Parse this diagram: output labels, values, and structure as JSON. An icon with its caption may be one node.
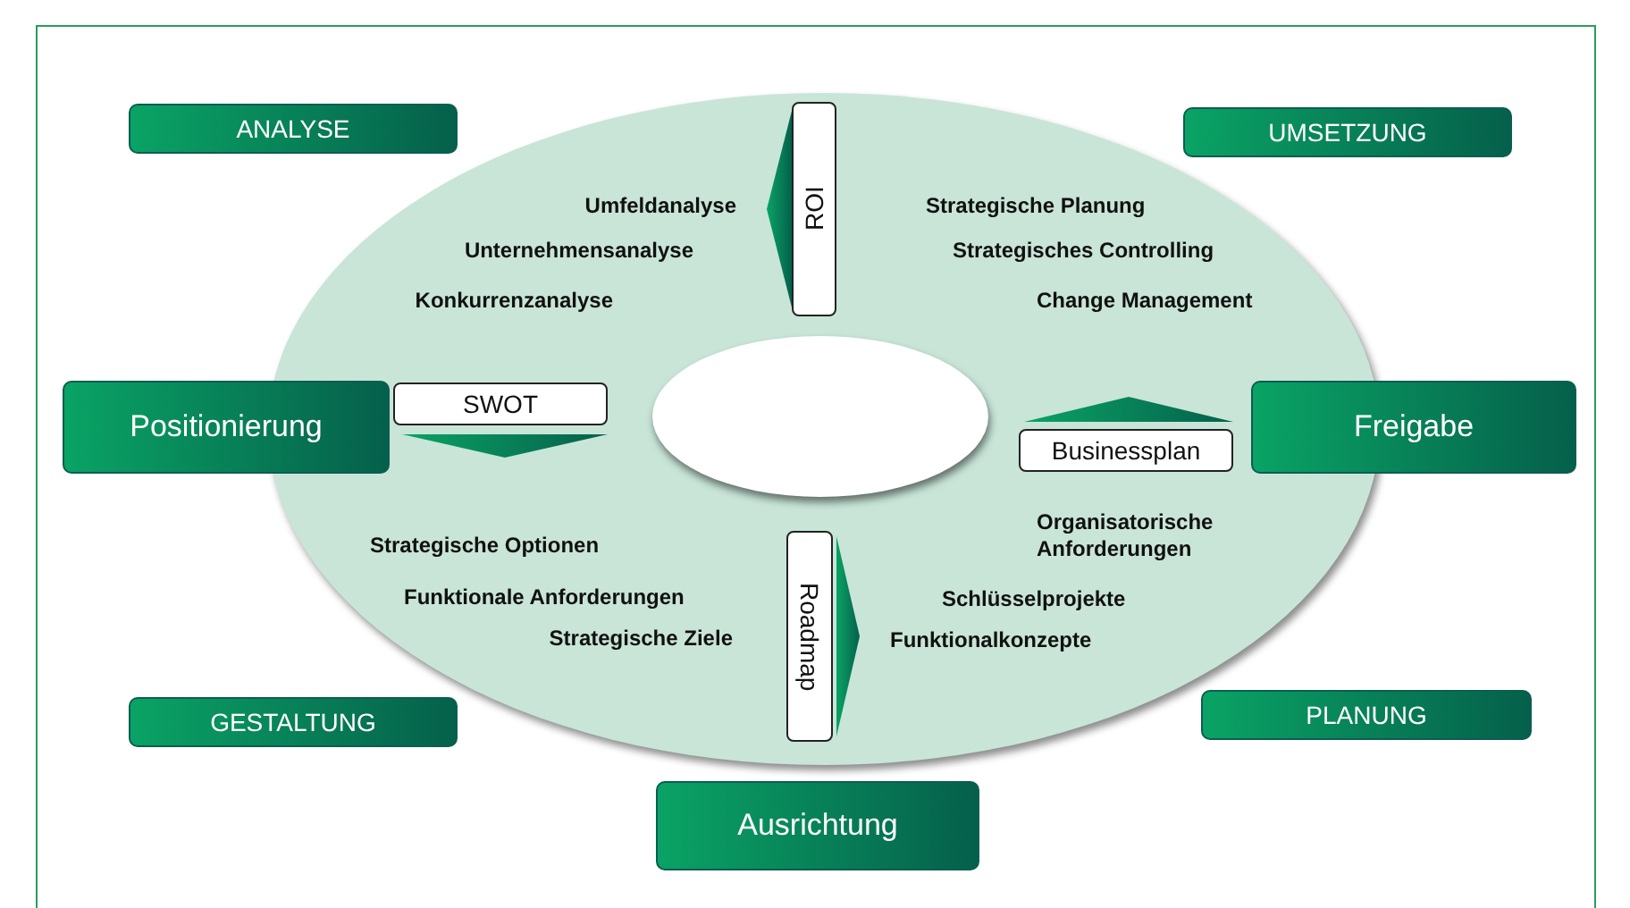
{
  "diagram": {
    "nodes": [
      {
        "text": [],
        "shape": "ellipse"
      },
      {
        "text": [],
        "shape": "ellipse",
        "in": 0
      },
      {
        "text": [
          "ANALYSE"
        ]
      },
      {
        "text": [
          "ROI"
        ],
        "in": 0
      },
      {
        "text": [
          "UMSETZUNG"
        ]
      },
      {
        "text": [
          "Positionierung"
        ]
      },
      {
        "text": [
          "SWOT"
        ],
        "in": 0
      },
      {
        "text": [
          "Businessplan"
        ],
        "in": 0
      },
      {
        "text": [
          "Freigabe"
        ]
      },
      {
        "text": [
          "Roadmap"
        ],
        "in": 0
      },
      {
        "text": [
          "GESTALTUNG"
        ]
      },
      {
        "text": [
          "PLANUNG"
        ]
      },
      {
        "text": [
          "Ausrichtung"
        ]
      },
      {
        "text": [],
        "shape": "triangle",
        "in": 0
      },
      {
        "text": [],
        "shape": "triangle",
        "in": 0
      },
      {
        "text": [],
        "shape": "triangle",
        "in": 0
      },
      {
        "text": [],
        "shape": "triangle",
        "in": 0
      }
    ],
    "edges": [],
    "labels": [
      "Umfeldanalyse",
      "Strategische Planung",
      "Unternehmensanalyse",
      "Strategisches Controlling",
      "Konkurrenzanalyse",
      "Change Management",
      "Organisatorische Anforderungen",
      "Strategische Optionen",
      "Funktionale Anforderungen",
      "Schlüsselprojekte",
      "Strategische Ziele",
      "Funktionalkonzepte"
    ]
  }
}
